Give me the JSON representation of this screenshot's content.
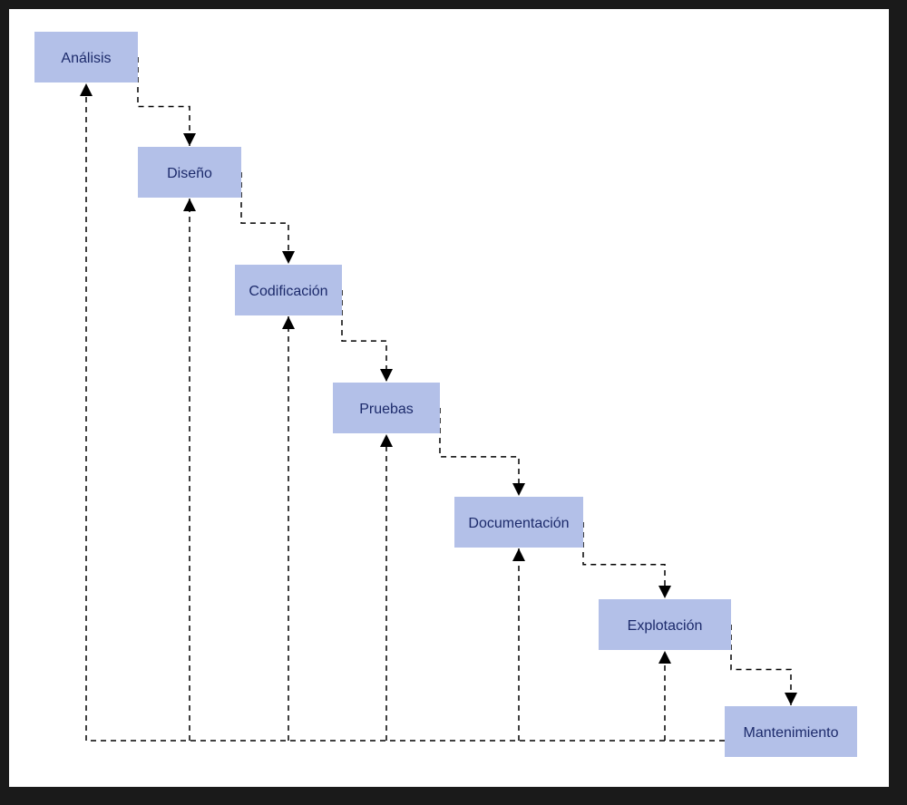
{
  "diagram": {
    "colors": {
      "box_fill": "#b3c0e8",
      "text": "#1c2a6b",
      "line": "#000000",
      "frame": "#1a1a1a"
    },
    "stages": [
      {
        "id": "analisis",
        "label": "Análisis"
      },
      {
        "id": "diseno",
        "label": "Diseño"
      },
      {
        "id": "codificacion",
        "label": "Codificación"
      },
      {
        "id": "pruebas",
        "label": "Pruebas"
      },
      {
        "id": "documentacion",
        "label": "Documentación"
      },
      {
        "id": "explotacion",
        "label": "Explotación"
      },
      {
        "id": "mantenimiento",
        "label": "Mantenimiento"
      }
    ],
    "forward_flow": [
      {
        "from": "analisis",
        "to": "diseno"
      },
      {
        "from": "diseno",
        "to": "codificacion"
      },
      {
        "from": "codificacion",
        "to": "pruebas"
      },
      {
        "from": "pruebas",
        "to": "documentacion"
      },
      {
        "from": "documentacion",
        "to": "explotacion"
      },
      {
        "from": "explotacion",
        "to": "mantenimiento"
      }
    ],
    "feedback_flow": {
      "from": "mantenimiento",
      "to": [
        "analisis",
        "diseno",
        "codificacion",
        "pruebas",
        "documentacion",
        "explotacion"
      ]
    }
  }
}
